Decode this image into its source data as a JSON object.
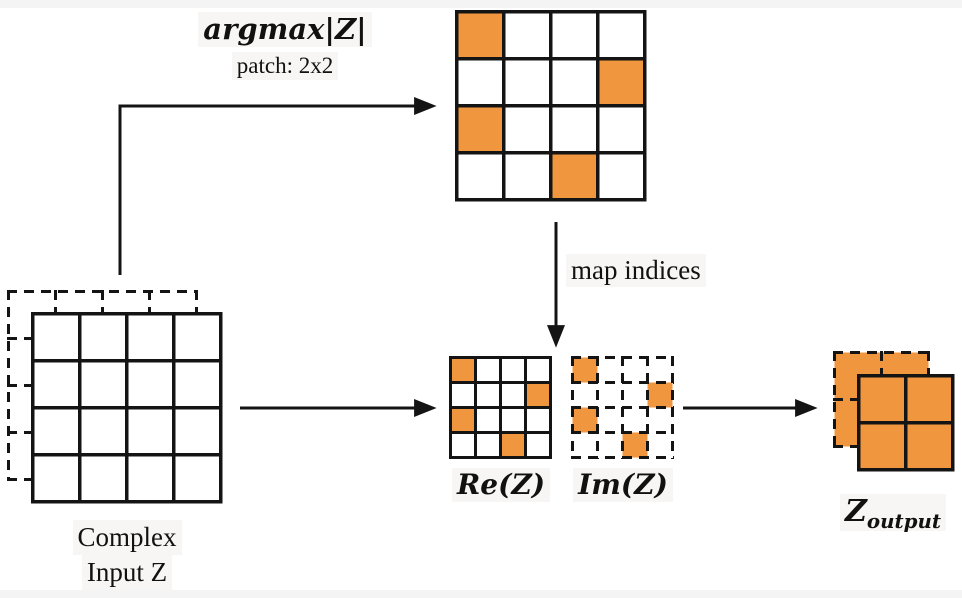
{
  "colors": {
    "orange": "#F0963E",
    "line": "#141414",
    "canvas": "#ffffff",
    "strip": "#f5f4f5",
    "label_bg": "#f7f6f4"
  },
  "labels": {
    "argmax": "argmax|Z|",
    "patch": "patch: 2x2",
    "map_indices": "map indices",
    "complex_input_line1": "Complex",
    "complex_input_line2": "Input Z",
    "re": "Re(Z)",
    "im": "Im(Z)",
    "output_base": "Z",
    "output_sub": "output"
  },
  "grids": {
    "argmax_result": {
      "rows": 4,
      "cols": 4,
      "cell": 47,
      "line": 3.5,
      "stroke": "solid",
      "default_fill": "white",
      "orange_cells": [
        [
          0,
          0
        ],
        [
          1,
          3
        ],
        [
          2,
          0
        ],
        [
          3,
          2
        ]
      ]
    },
    "input_back": {
      "rows": 4,
      "cols": 4,
      "cell": 47,
      "line": 3,
      "stroke": "dashed",
      "default_fill": "none",
      "orange_cells": []
    },
    "input_front": {
      "rows": 4,
      "cols": 4,
      "cell": 47,
      "line": 3.5,
      "stroke": "solid",
      "default_fill": "white",
      "orange_cells": []
    },
    "re_grid": {
      "rows": 4,
      "cols": 4,
      "cell": 25,
      "line": 3,
      "stroke": "solid",
      "default_fill": "white",
      "orange_cells": [
        [
          0,
          0
        ],
        [
          1,
          3
        ],
        [
          2,
          0
        ],
        [
          3,
          2
        ]
      ]
    },
    "im_grid": {
      "rows": 4,
      "cols": 4,
      "cell": 25,
      "line": 3,
      "stroke": "dashed",
      "default_fill": "white",
      "orange_cells": [
        [
          0,
          0
        ],
        [
          1,
          3
        ],
        [
          2,
          0
        ],
        [
          3,
          2
        ]
      ]
    },
    "output_back": {
      "rows": 2,
      "cols": 2,
      "cell": 47,
      "line": 3,
      "stroke": "dashed",
      "default_fill": "orange",
      "orange_cells": []
    },
    "output_front": {
      "rows": 2,
      "cols": 2,
      "cell": 47,
      "line": 3.5,
      "stroke": "solid",
      "default_fill": "orange",
      "orange_cells": []
    }
  }
}
